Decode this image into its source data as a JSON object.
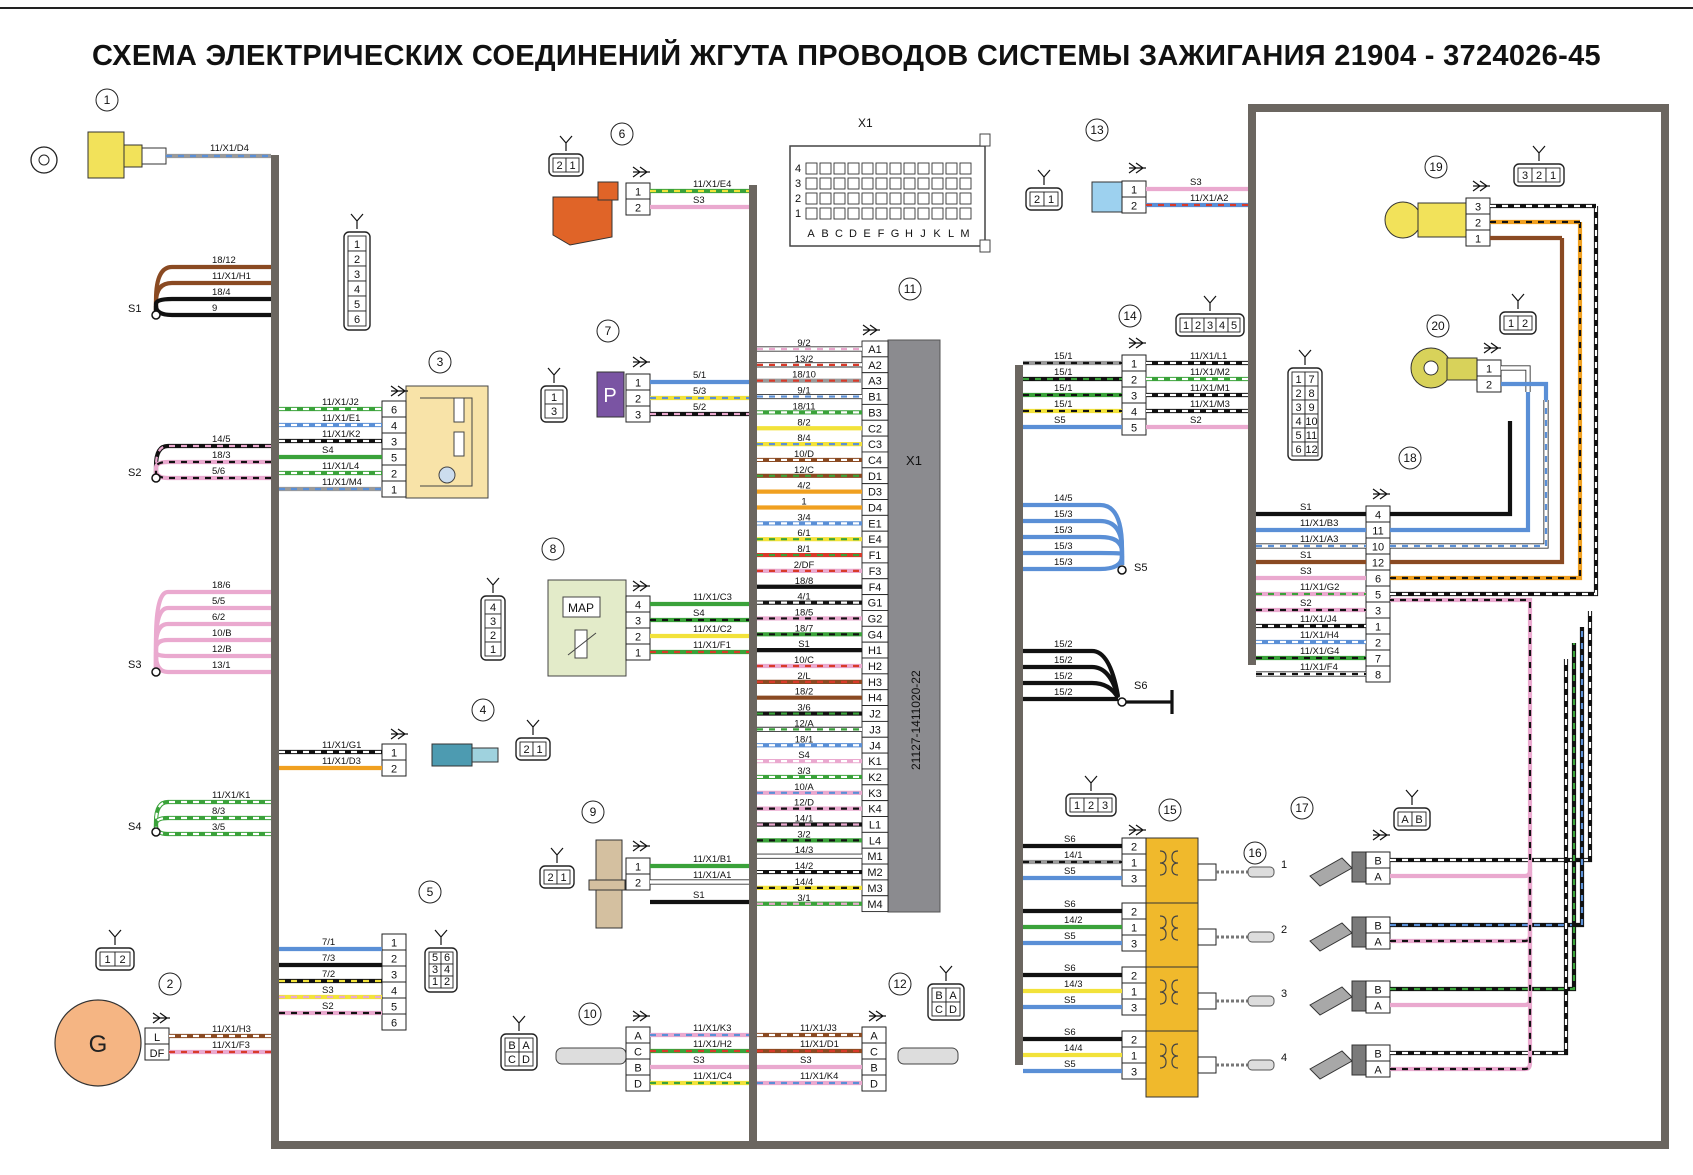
{
  "title": "СХЕМА ЭЛЕКТРИЧЕСКИХ СОЕДИНЕНИЙ ЖГУТА ПРОВОДОВ СИСТЕМЫ ЗАЖИГАНИЯ 21904 - 3724026-45",
  "splices": {
    "s1": "S1",
    "s2": "S2",
    "s3": "S3",
    "s4": "S4",
    "s5": "S5",
    "s6": "S6"
  },
  "components": {
    "c1": "1",
    "c2": "2",
    "c3": "3",
    "c4": "4",
    "c5": "5",
    "c6": "6",
    "c7": "7",
    "c8": "8",
    "c9": "9",
    "c10": "10",
    "c11": "11",
    "c12": "12",
    "c13": "13",
    "c14": "14",
    "c15": "15",
    "c16": "16",
    "c17": "17",
    "c18": "18",
    "c19": "19",
    "c20": "20"
  },
  "icons": {
    "generator_letter": "G",
    "pressure_letter": "P",
    "map_label": "MAP",
    "ecu_connector": "X1",
    "ecu_part": "21127-1411020-22",
    "x1_rows": [
      "4",
      "3",
      "2",
      "1"
    ],
    "x1_cols": [
      "A",
      "B",
      "C",
      "D",
      "E",
      "F",
      "G",
      "H",
      "J",
      "K",
      "L",
      "M"
    ]
  },
  "wires": {
    "c1": [
      "11/X1/D4"
    ],
    "s1": [
      "18/12",
      "11/X1/H1",
      "18/4",
      "9"
    ],
    "c3": [
      "11/X1/J2",
      "11/X1/E1",
      "11/X1/K2",
      "S4",
      "11/X1/L4",
      "11/X1/M4"
    ],
    "s2": [
      "14/5",
      "18/3",
      "5/6"
    ],
    "s3": [
      "18/6",
      "5/5",
      "6/2",
      "10/B",
      "12/B",
      "13/1"
    ],
    "c4": [
      "11/X1/G1",
      "11/X1/D3"
    ],
    "s4": [
      "11/X1/K1",
      "8/3",
      "3/5"
    ],
    "c5": [
      "7/1",
      "7/3",
      "7/2",
      "S3",
      "S2"
    ],
    "c2": [
      "11/X1/H3",
      "11/X1/F3"
    ],
    "c6": [
      "11/X1/E4",
      "S3"
    ],
    "c7": [
      "5/1",
      "5/3",
      "5/2"
    ],
    "c8": [
      "11/X1/C3",
      "S4",
      "11/X1/C2",
      "11/X1/F1"
    ],
    "c9": [
      "11/X1/B1",
      "11/X1/A1",
      "S1"
    ],
    "c10": [
      "11/X1/K3",
      "11/X1/H2",
      "S3",
      "11/X1/C4"
    ],
    "c12": [
      "11/X1/J3",
      "11/X1/D1",
      "S3",
      "11/X1/K4"
    ],
    "c13": [
      "S3",
      "11/X1/A2"
    ],
    "c14": [
      "15/1",
      "15/1",
      "15/1",
      "15/1",
      "S5"
    ],
    "c14r": [
      "11/X1/L1",
      "11/X1/M2",
      "11/X1/M1",
      "11/X1/M3",
      "S2"
    ],
    "s5": [
      "14/5",
      "15/3",
      "15/3",
      "15/3",
      "15/3"
    ],
    "s6": [
      "15/2",
      "15/2",
      "15/2",
      "15/2"
    ],
    "c18": [
      "S1",
      "11/X1/B3",
      "11/X1/A3",
      "S1",
      "S3",
      "11/X1/G2",
      "S2",
      "11/X1/J4",
      "11/X1/H4",
      "11/X1/G4",
      "11/X1/F4"
    ],
    "c15": [
      [
        "S6",
        "14/1",
        "S5"
      ],
      [
        "S6",
        "14/2",
        "S5"
      ],
      [
        "S6",
        "14/3",
        "S5"
      ],
      [
        "S6",
        "14/4",
        "S5"
      ]
    ]
  },
  "ecu_pins": [
    "A1",
    "A2",
    "A3",
    "B1",
    "B3",
    "C2",
    "C3",
    "C4",
    "D1",
    "D3",
    "D4",
    "E1",
    "E4",
    "F1",
    "F3",
    "F4",
    "G1",
    "G2",
    "G4",
    "H1",
    "H2",
    "H3",
    "H4",
    "J2",
    "J3",
    "J4",
    "K1",
    "K2",
    "K3",
    "K4",
    "L1",
    "L4",
    "M1",
    "M2",
    "M3",
    "M4"
  ],
  "ecu_wires": [
    "9/2",
    "13/2",
    "18/10",
    "9/1",
    "18/11",
    "8/2",
    "8/4",
    "10/D",
    "12/C",
    "4/2",
    "1",
    "3/4",
    "6/1",
    "8/1",
    "2/DF",
    "18/8",
    "4/1",
    "18/5",
    "18/7",
    "S1",
    "10/C",
    "2/L",
    "18/2",
    "3/6",
    "12/A",
    "18/1",
    "S4",
    "3/3",
    "10/A",
    "12/D",
    "14/1",
    "3/2",
    "14/3",
    "14/2",
    "14/4",
    "3/1"
  ],
  "pins": {
    "c1_2": [
      "1",
      "2"
    ],
    "c3": [
      "6",
      "4",
      "3",
      "5",
      "2",
      "1"
    ],
    "c4": [
      "1",
      "2"
    ],
    "c5": [
      "1",
      "2",
      "3",
      "4",
      "5",
      "6"
    ],
    "c2": [
      "L",
      "DF"
    ],
    "c6": [
      "1",
      "2"
    ],
    "c7": [
      "1",
      "2",
      "3"
    ],
    "c8": [
      "4",
      "3",
      "2",
      "1"
    ],
    "c9": [
      "1",
      "2"
    ],
    "c10": [
      "A",
      "C",
      "B",
      "D"
    ],
    "c12": [
      "A",
      "C",
      "B",
      "D"
    ],
    "c13": [
      "1",
      "2"
    ],
    "c14": [
      "1",
      "2",
      "3",
      "4",
      "5"
    ],
    "c15": [
      "2",
      "1",
      "3"
    ],
    "c17": [
      "B",
      "A"
    ],
    "c18": [
      "4",
      "11",
      "10",
      "12",
      "6",
      "5",
      "3",
      "1",
      "2",
      "7",
      "8"
    ],
    "c19": [
      "3",
      "2",
      "1"
    ],
    "c20": [
      "1",
      "2"
    ],
    "plug_c1": [
      "1",
      "2",
      "3",
      "4",
      "5",
      "6"
    ],
    "plug_c5": [
      "5",
      "6",
      "3",
      "4",
      "1",
      "2"
    ],
    "plug_c8": [
      "4",
      "3",
      "2",
      "1"
    ],
    "plug_c18": [
      "1",
      "7",
      "2",
      "8",
      "3",
      "9",
      "4",
      "10",
      "5",
      "11",
      "6",
      "12"
    ],
    "plug_abcd": [
      "B",
      "A",
      "C",
      "D"
    ],
    "plug_c14": [
      "1",
      "2",
      "3",
      "4",
      "5"
    ],
    "plug_c15": [
      "1",
      "2",
      "3"
    ],
    "plug_c17": [
      "A",
      "B"
    ],
    "plug_c19": [
      "3",
      "2",
      "1"
    ],
    "plug_2": [
      "2",
      "1"
    ],
    "plug_12": [
      "1",
      "2"
    ],
    "plug_13": [
      "1",
      "3"
    ],
    "plug_c16": [
      "1",
      "2",
      "3",
      "4"
    ]
  },
  "colors": {
    "harness": "#6b6660",
    "sensor_yellow": "#f2e25a",
    "generator": "#f5b583",
    "coil": "#f0b92c",
    "ecu": "#8b8b8f",
    "pressure": "#7a54a3",
    "module3": "#f8e3a8",
    "map": "#e3ebc9",
    "ignition_module": "#e06428",
    "sensor13": "#9dd1ef"
  }
}
